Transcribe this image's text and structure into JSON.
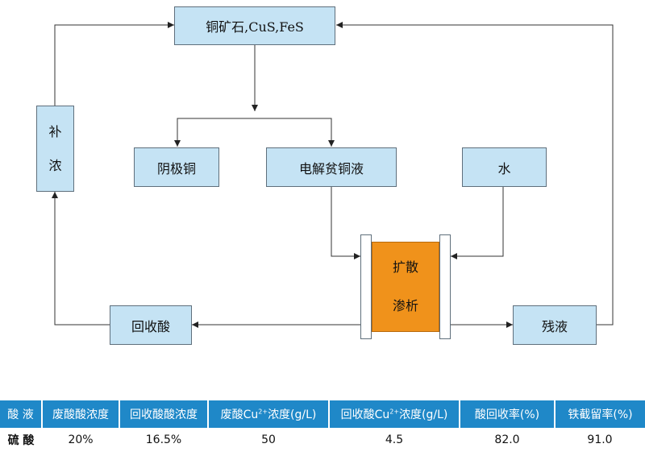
{
  "nodes": {
    "ore": "铜矿石,CuS,FeS",
    "cathode_copper": "阴极铜",
    "lean_electrolyte": "电解贫铜液",
    "water": "水",
    "diffusion_dialysis": [
      "扩散",
      "渗析"
    ],
    "recovered_acid": "回收酸",
    "raffinate": "残液",
    "make_up": [
      "补",
      "浓"
    ]
  },
  "table": {
    "headers": [
      {
        "text": "酸 液"
      },
      {
        "text": "废酸酸浓度"
      },
      {
        "text": "回收酸酸浓度"
      },
      {
        "pre": "废酸Cu",
        "sup": "2+",
        "post": "浓度(g/L)"
      },
      {
        "pre": "回收酸Cu",
        "sup": "2+",
        "post": "浓度(g/L)"
      },
      {
        "text": "酸回收率(%)"
      },
      {
        "text": "铁截留率(%)"
      }
    ],
    "rows": [
      [
        "硫 酸",
        "20%",
        "16.5%",
        "50",
        "4.5",
        "82.0",
        "91.0"
      ]
    ]
  },
  "colors": {
    "box_fill": "#c5e3f4",
    "core_fill": "#f0921b",
    "header_fill": "#1f88c8"
  }
}
